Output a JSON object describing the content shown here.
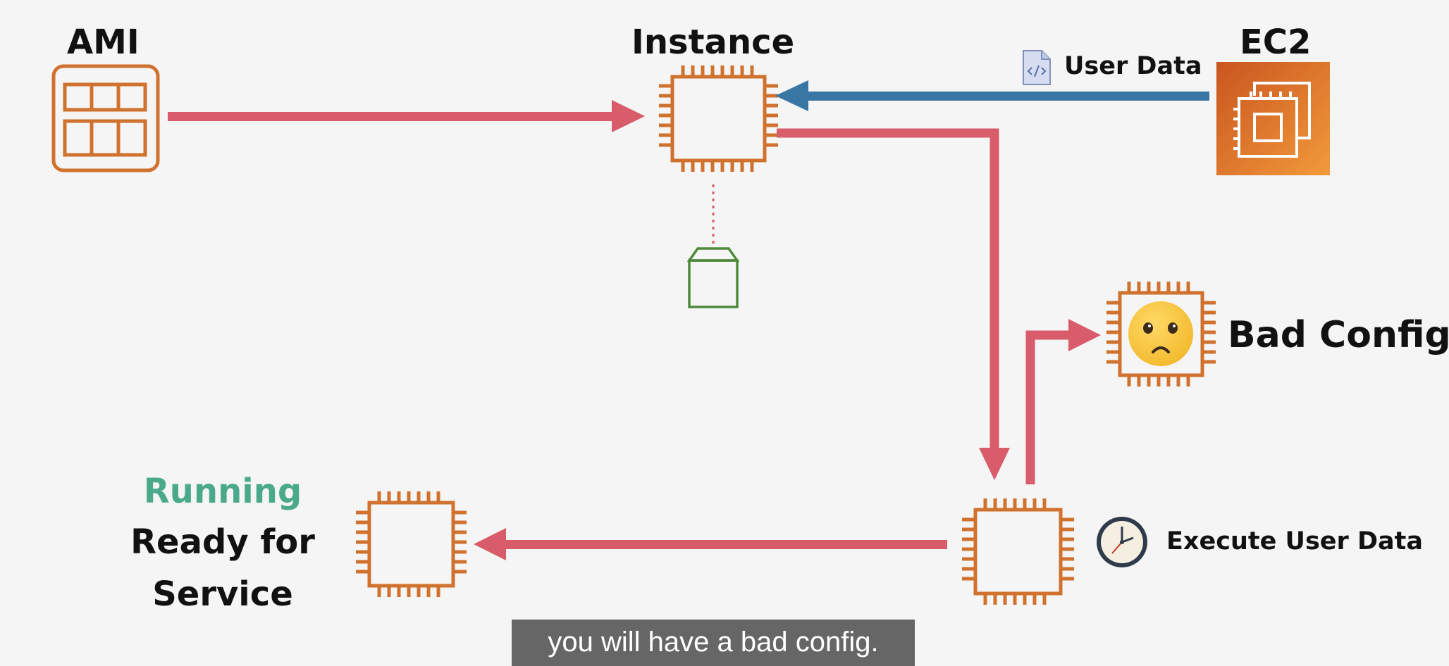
{
  "labels": {
    "ami": "AMI",
    "instance": "Instance",
    "ec2": "EC2",
    "user_data": "User Data",
    "bad_config": "Bad Config",
    "execute_user_data": "Execute User Data",
    "running": "Running",
    "ready_for": "Ready for",
    "service": "Service"
  },
  "caption": "you will have a bad config.",
  "colors": {
    "background": "#f5f5f5",
    "chip_orange": "#d0722e",
    "arrow_red": "#d85c6a",
    "arrow_blue": "#3a76a4",
    "running_green": "#4aa98b",
    "ec2_orange": "#e07b2a",
    "volume_green": "#4e8a3a"
  },
  "icons": [
    "ami-icon",
    "chip-icon",
    "ec2-icon",
    "user-data-file-icon",
    "ebs-volume-icon",
    "sad-face-icon",
    "clock-icon"
  ]
}
